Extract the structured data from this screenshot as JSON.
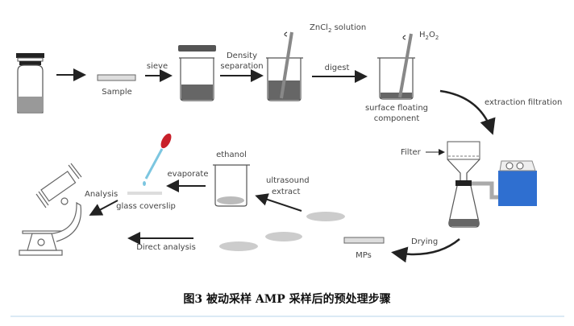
{
  "diagram": {
    "labels": {
      "sample": "Sample",
      "sieve": "sieve",
      "density_1": "Density",
      "density_2": "separation",
      "zncl_main": "ZnCl",
      "zncl_sub": "2",
      "zncl_rest": " solution",
      "digest": "digest",
      "h2o2_h": "H",
      "h2o2_sub1": "2",
      "h2o2_o": "O",
      "h2o2_sub2": "2",
      "surface_1": "surface floating",
      "surface_2": "component",
      "extraction": "extraction filtration",
      "filter": "Filter",
      "drying": "Drying",
      "mps": "MPs",
      "ultrasound_1": "ultrasound",
      "ultrasound_2": "extract",
      "ethanol": "ethanol",
      "evaporate": "evaporate",
      "coverslip": "glass coverslip",
      "analysis": "Analysis",
      "direct": "Direct analysis"
    },
    "colors": {
      "pump": "#2f6fd0",
      "pipette_bulb": "#c8202a",
      "pipette_tip": "#7cc6e0"
    }
  },
  "caption": "图3 被动采样 AMP 采样后的预处理步骤"
}
